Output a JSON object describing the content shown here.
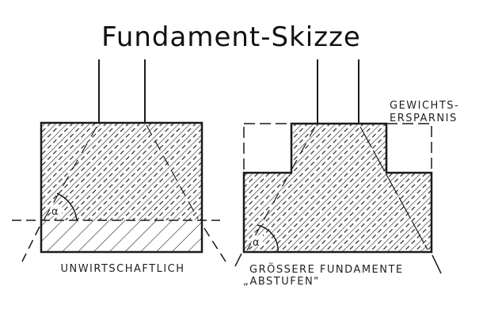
{
  "title": "Fundament-Skizze",
  "left_figure": {
    "label": "UNWIRTSCHAFTLICH",
    "angle_symbol": "α"
  },
  "right_figure": {
    "note_line1": "GEWICHTS-",
    "note_line2": "ERSPARNIS",
    "caption_line1": "GRÖSSERE FUNDAMENTE",
    "caption_line2": "„ABSTUFEN\"",
    "angle_symbol": "α"
  },
  "colors": {
    "ink": "#1a1a1a",
    "background": "#ffffff"
  }
}
